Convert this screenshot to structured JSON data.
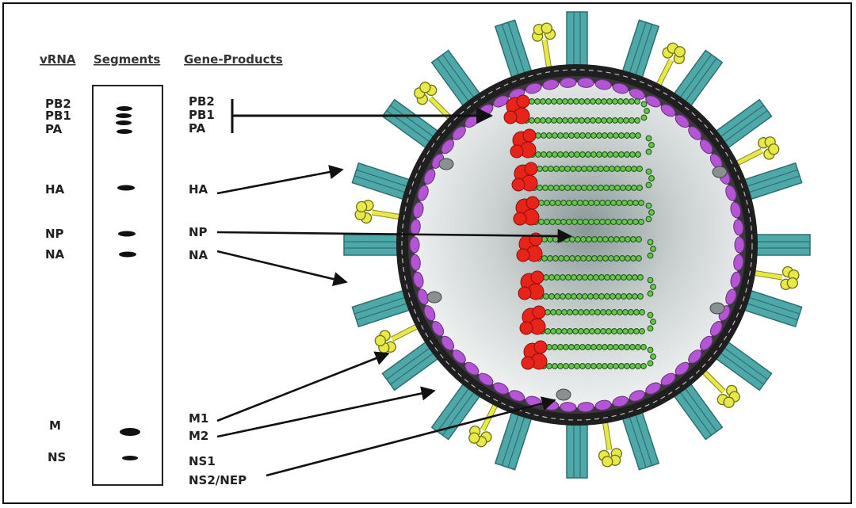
{
  "headers": {
    "vrna": "vRNA",
    "segments": "Segments",
    "products": "Gene-Products"
  },
  "vrna_labels": [
    "PB2",
    "PB1",
    "PA",
    "HA",
    "NP",
    "NA",
    "M",
    "NS"
  ],
  "gene_products": [
    "PB2",
    "PB1",
    "PA",
    "HA",
    "NP",
    "NA",
    "M1",
    "M2",
    "NS1",
    "NS2/NEP"
  ],
  "colors": {
    "teal": "#4fa8a8",
    "teal_dark": "#2c6f73",
    "yellow": "#e7e84a",
    "purple": "#b455d6",
    "rnp_red": "#e8231a",
    "rna_green": "#3a8a34",
    "envelope": "#222222",
    "core": "#d9dcdc"
  }
}
